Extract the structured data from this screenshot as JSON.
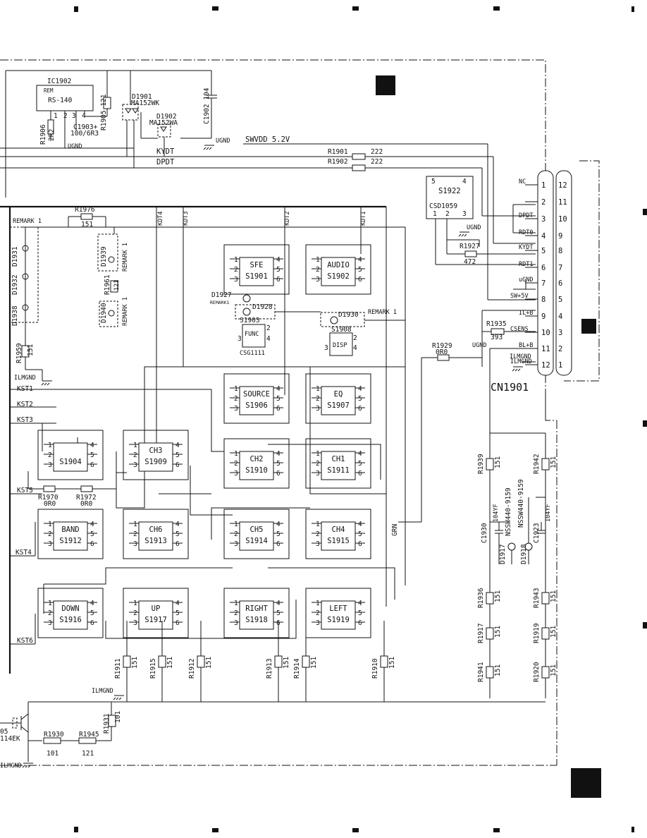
{
  "ic1902": {
    "ref": "IC1902",
    "part": "RS-140",
    "sub": "REM"
  },
  "r1905": "R1905 121",
  "r1906": {
    "ref": "R1906",
    "val": "2R2"
  },
  "c1903": "C1903+",
  "c1903_val": "100/6R3",
  "d1901": {
    "ref": "D1901",
    "part": "MA152WK"
  },
  "d1902": {
    "ref": "D1902",
    "part": "MA152WA"
  },
  "c1902": "C1902 104",
  "net": {
    "ugnd": "UGND",
    "ugnd_l": "uGND",
    "ilmgnd": "ILMGND",
    "swvdd": "SWVDD 5.2V",
    "kydt": "KYDT",
    "dpdt": "DPDT",
    "kdt4": "KDT4",
    "kdt3": "KDT3",
    "kdt2": "KDT2",
    "kdt1": "KDT1",
    "grn": "GRN",
    "remark1": "REMARK 1",
    "remark1b": "REMARK1"
  },
  "r1901": {
    "ref": "R1901",
    "val": "222"
  },
  "r1902": {
    "ref": "R1902",
    "val": "222"
  },
  "r1976": {
    "ref": "R1976",
    "val": "151"
  },
  "s1922": {
    "ref": "S1922",
    "part": "CSD1059",
    "p5": "5",
    "p4": "4",
    "p1": "1",
    "p2": "2",
    "p3": "3"
  },
  "r1927": {
    "ref": "R1927",
    "val": "472"
  },
  "r1935": {
    "ref": "R1935",
    "val": "393"
  },
  "r1929": {
    "ref": "R1929",
    "val": "0R0"
  },
  "cn1901": {
    "title": "CN1901",
    "pins": [
      {
        "n": "1",
        "sig": "NC",
        "m": "12"
      },
      {
        "n": "2",
        "sig": "",
        "m": "11"
      },
      {
        "n": "3",
        "sig": "DPDT",
        "m": "10"
      },
      {
        "n": "4",
        "sig": "RDT0",
        "m": "9"
      },
      {
        "n": "5",
        "sig": "KYDT",
        "m": "8"
      },
      {
        "n": "6",
        "sig": "RDT1",
        "m": "7"
      },
      {
        "n": "7",
        "sig": "uGND",
        "m": "6"
      },
      {
        "n": "8",
        "sig": "SW+5V",
        "m": "5"
      },
      {
        "n": "9",
        "sig": "IL+B",
        "m": "4"
      },
      {
        "n": "10",
        "sig": "CSENS",
        "m": "3"
      },
      {
        "n": "11",
        "sig": "BL+B",
        "m": "2"
      },
      {
        "n": "12",
        "sig": "ILMGND",
        "m": "1"
      }
    ]
  },
  "leds": {
    "d1931": "D1931",
    "d1932": "D1932",
    "d1938": "D1938",
    "d1939": "D1939",
    "d1940": "D1940",
    "d1927": "D1927",
    "d1928": "D1928",
    "d1930": "D1930",
    "d1917": "D1917",
    "d1918": "D1918",
    "nssw1": "NSSW440-9159",
    "nssw2": "NSSW440-9159"
  },
  "r1961": {
    "ref": "R1961",
    "val": "121"
  },
  "r1959": {
    "ref": "R1959",
    "val": "151"
  },
  "kst": [
    "KST1",
    "KST2",
    "KST3",
    "KST4",
    "KST5",
    "KST6"
  ],
  "switches": {
    "s1901": {
      "name": "SFE",
      "ref": "S1901"
    },
    "s1902": {
      "name": "AUDIO",
      "ref": "S1902"
    },
    "s1903": {
      "name": "FUNC",
      "ref": "S1903",
      "part": "CSG1111"
    },
    "s1908": {
      "name": "DISP",
      "ref": "S1908"
    },
    "s1906": {
      "name": "SOURCE",
      "ref": "S1906"
    },
    "s1907": {
      "name": "EQ",
      "ref": "S1907"
    },
    "s1904": {
      "name": "",
      "ref": "S1904"
    },
    "s1909": {
      "name": "CH3",
      "ref": "S1909"
    },
    "s1910": {
      "name": "CH2",
      "ref": "S1910"
    },
    "s1911": {
      "name": "CH1",
      "ref": "S1911"
    },
    "s1912": {
      "name": "BAND",
      "ref": "S1912"
    },
    "s1913": {
      "name": "CH6",
      "ref": "S1913"
    },
    "s1914": {
      "name": "CH5",
      "ref": "S1914"
    },
    "s1915": {
      "name": "CH4",
      "ref": "S1915"
    },
    "s1916": {
      "name": "DOWN",
      "ref": "S1916"
    },
    "s1917": {
      "name": "UP",
      "ref": "S1917"
    },
    "s1918": {
      "name": "RIGHT",
      "ref": "S1918"
    },
    "s1919": {
      "name": "LEFT",
      "ref": "S1919"
    }
  },
  "r1970": {
    "ref": "R1970",
    "val": "0R0"
  },
  "r1972": {
    "ref": "R1972",
    "val": "0R0"
  },
  "bottom_res": [
    {
      "ref": "R1911",
      "val": "151"
    },
    {
      "ref": "R1915",
      "val": "151"
    },
    {
      "ref": "R1912",
      "val": "151"
    },
    {
      "ref": "R1913",
      "val": "151"
    },
    {
      "ref": "R1914",
      "val": "151"
    },
    {
      "ref": "R1910",
      "val": "151"
    }
  ],
  "right_res": {
    "r1939": {
      "ref": "R1939",
      "val": "151"
    },
    "r1942": {
      "ref": "R1942",
      "val": "151"
    },
    "r1936": {
      "ref": "R1936",
      "val": "151"
    },
    "r1943": {
      "ref": "R1943",
      "val": "151"
    },
    "r1917": {
      "ref": "R1917",
      "val": "151"
    },
    "r1919": {
      "ref": "R1919",
      "val": "151"
    },
    "r1941": {
      "ref": "R1941",
      "val": "151"
    },
    "r1920": {
      "ref": "R1920",
      "val": "151"
    }
  },
  "c1930": {
    "ref": "C1930",
    "val": "104YF"
  },
  "c1923": {
    "ref": "C1923",
    "val": "104YF"
  },
  "r1931": {
    "ref": "R1931",
    "val": "101"
  },
  "r1930": {
    "ref": "R1930",
    "val": "101"
  },
  "r1945": {
    "ref": "R1945",
    "val": "121"
  },
  "q_part": "114EK",
  "q_ref_frag": "05"
}
